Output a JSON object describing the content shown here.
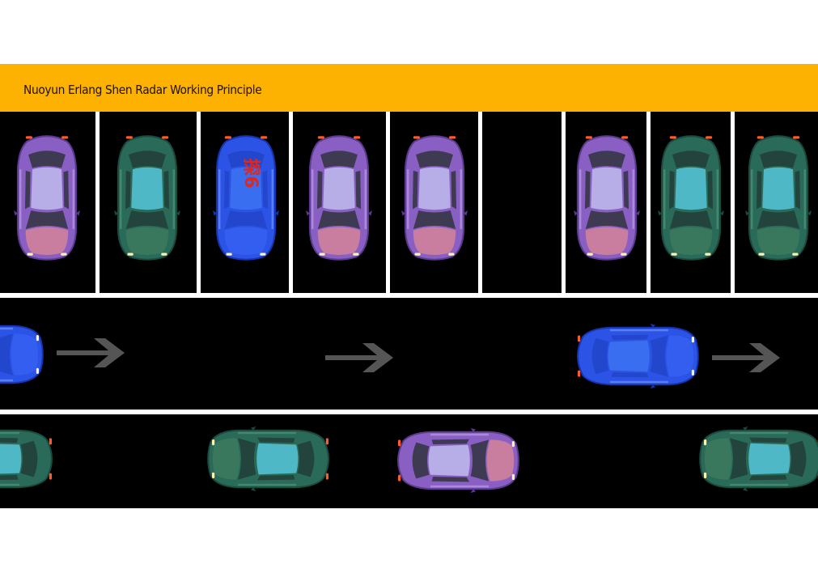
{
  "banner": {
    "title": "Nuoyun Erlang Shen Radar Working Principle",
    "color": "#fdb100"
  },
  "colors": {
    "background": "#000000",
    "lane_line": "#ffffff",
    "arrow": "#555555",
    "car_purple": "#8a5fc4",
    "car_green": "#2a6a58",
    "car_blue": "#2b54e6",
    "car_label_red": "#e1261c"
  },
  "highlight_car_label": "探6",
  "parking_row": {
    "stalls": [
      {
        "car": "purple"
      },
      {
        "car": "green"
      },
      {
        "car": "blue",
        "label": true
      },
      {
        "car": "purple"
      },
      {
        "car": "purple"
      },
      {
        "car": "empty"
      },
      {
        "car": "purple"
      },
      {
        "car": "green"
      },
      {
        "car": "green"
      }
    ]
  },
  "driving_lane": {
    "cars": [
      {
        "car": "blue"
      },
      {
        "car": "blue"
      }
    ],
    "arrows": [
      {
        "icon": "arrow-right-icon"
      },
      {
        "icon": "arrow-right-icon"
      },
      {
        "icon": "arrow-right-icon"
      }
    ]
  },
  "parallel_row": {
    "cars": [
      {
        "car": "green"
      },
      {
        "car": "green"
      },
      {
        "car": "purple"
      },
      {
        "car": "green"
      }
    ]
  }
}
